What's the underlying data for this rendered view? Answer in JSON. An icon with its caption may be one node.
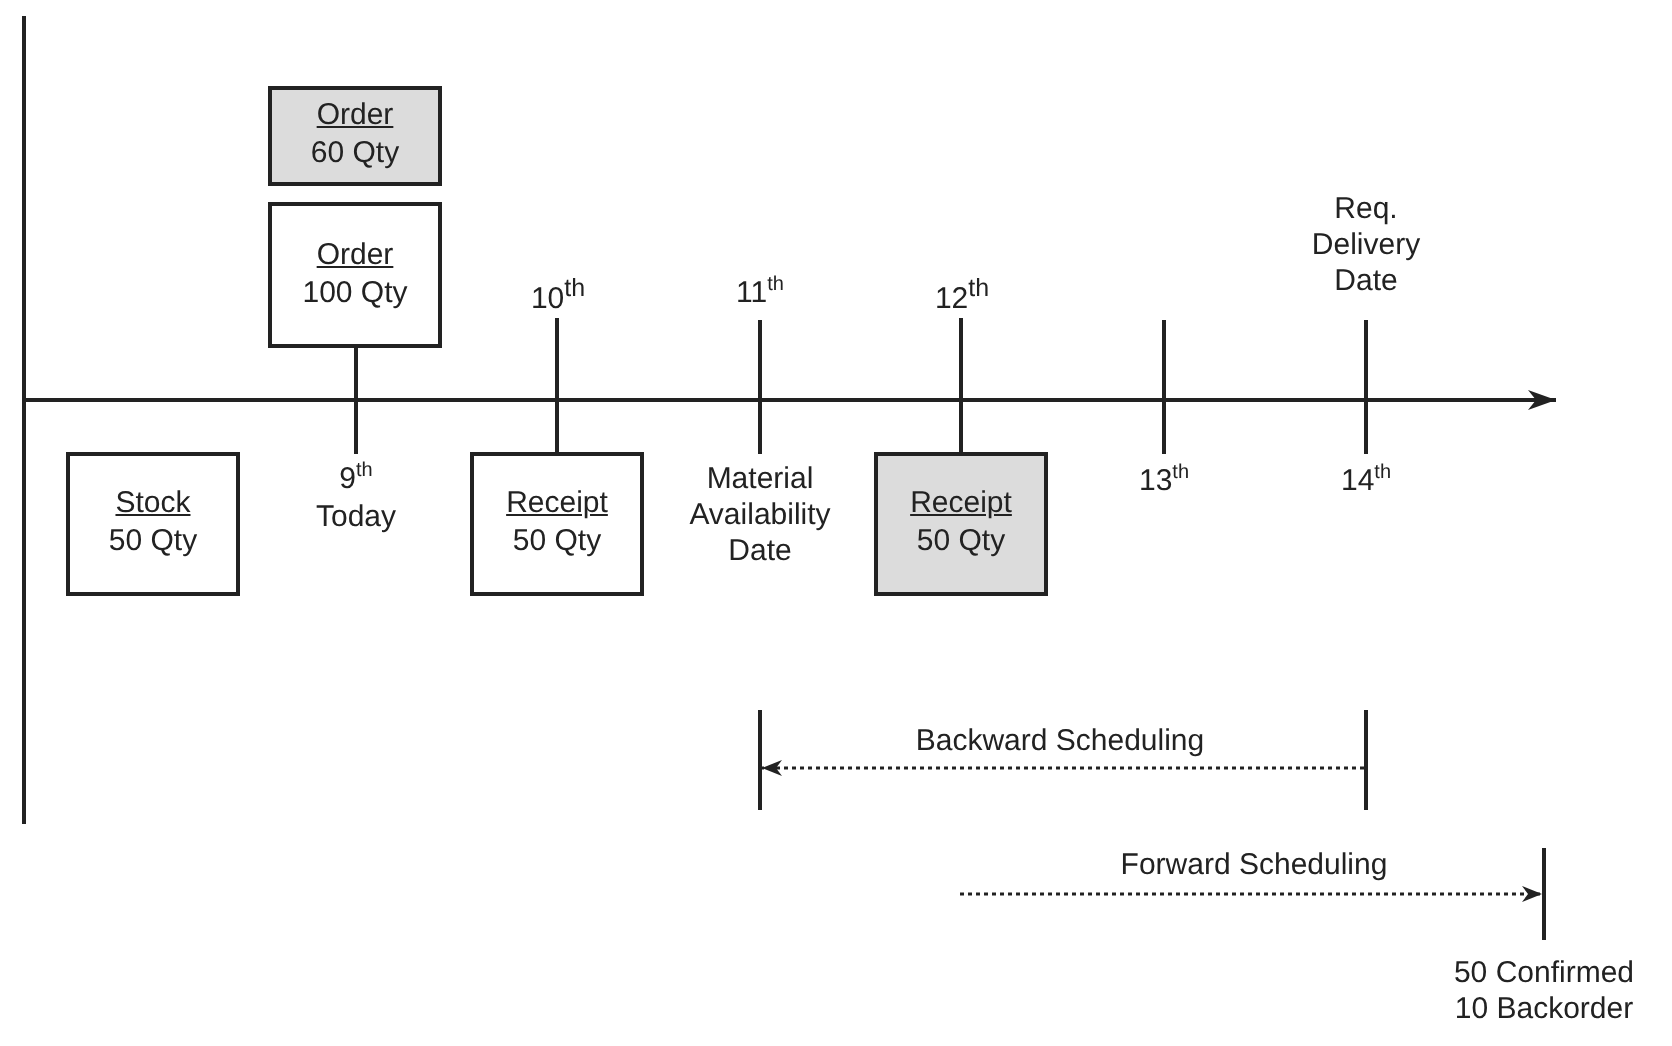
{
  "diagram": {
    "nodes": [
      {
        "text": [
          "Order",
          "60 Qty"
        ]
      },
      {
        "text": [
          "Order",
          "100 Qty"
        ],
        "beside": [
          "9$^{th}$",
          "Today"
        ]
      },
      {
        "text": [
          "Stock",
          "50 Qty"
        ]
      },
      {
        "text": [
          "Receipt",
          "50 Qty"
        ]
      },
      {
        "text": [
          "Receipt",
          "50 Qty"
        ]
      },
      {
        "text": [],
        "shape": "bar"
      },
      {
        "text": [],
        "shape": "bar"
      },
      {
        "text": [],
        "shape": "bar",
        "beside": [
          "50 Confirmed 10 Backorder"
        ]
      },
      {
        "text": [
          "10$^{th}$"
        ]
      },
      {
        "text": [
          "12$^{th}$"
        ]
      }
    ],
    "edges": [
      {
        "from": 6,
        "to": 5,
        "arrow": "to",
        "label": "Backward Scheduling",
        "style": "dashed"
      },
      {
        "from": null,
        "to": 7,
        "arrow": "to",
        "label": "Forward Scheduling",
        "style": "dashed"
      },
      {
        "from": 3,
        "to": 8,
        "arrow": "none"
      },
      {
        "from": 4,
        "to": 9,
        "arrow": "none"
      }
    ],
    "labels": [
      "11$^{th}$",
      "Req. Delivery Date",
      "Material Availability Date",
      "13$^{th}$",
      "14$^{th}$"
    ]
  }
}
